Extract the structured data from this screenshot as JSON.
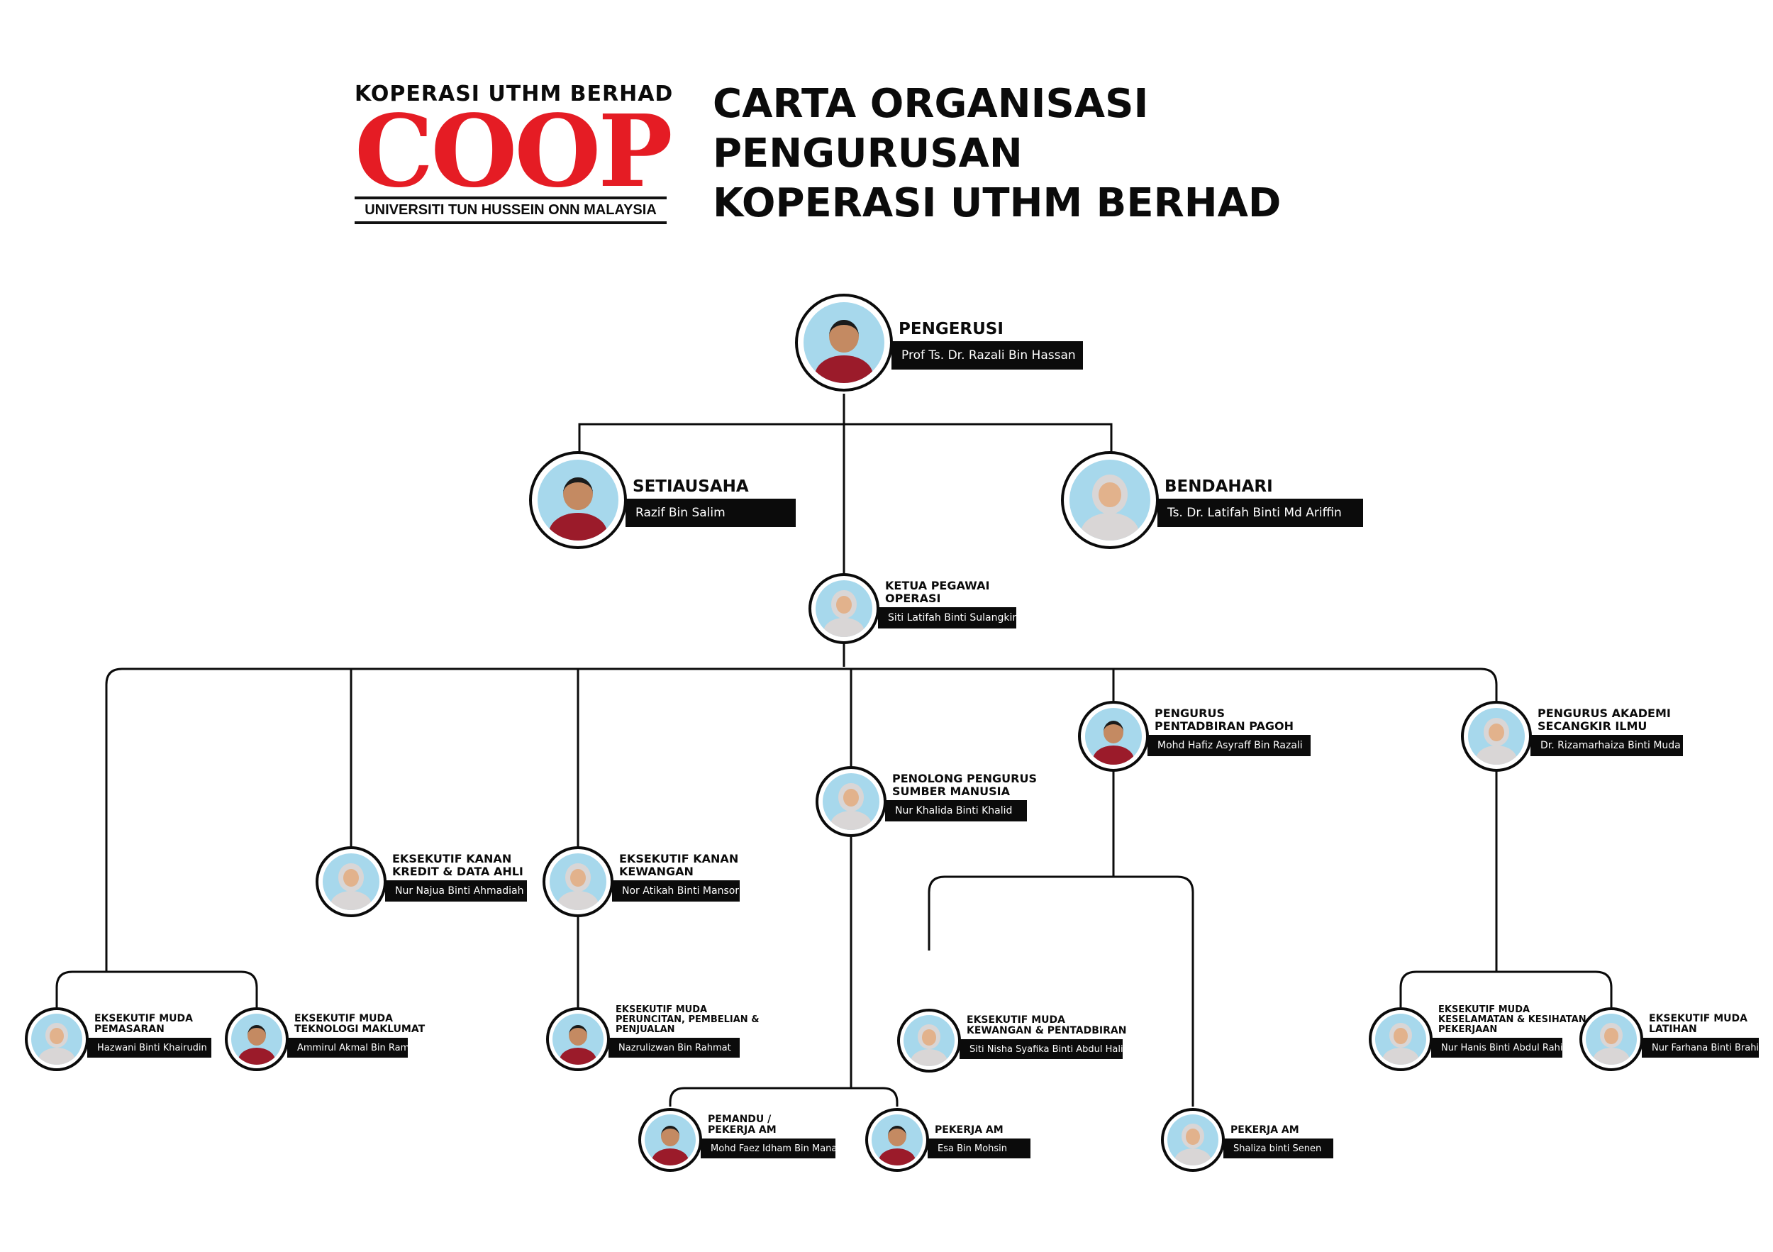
{
  "logo": {
    "top_text": "KOPERASI UTHM BERHAD",
    "mark_text": "COOP",
    "bottom_text": "UNIVERSITI TUN HUSSEIN ONN MALAYSIA",
    "mark_color": "#e51c24"
  },
  "title": {
    "line1": "CARTA ORGANISASI",
    "line2": "PENGURUSAN",
    "line3": "KOPERASI UTHM BERHAD"
  },
  "colors": {
    "ink": "#0b0b0b",
    "photo_bg": "#a7d8ec",
    "uniform_red": "#9b1b2a",
    "hijab_grey": "#d9d6d6"
  },
  "people": [
    {
      "id": "pengerusi",
      "role": [
        "PENGERUSI"
      ],
      "name": "Prof Ts. Dr. Razali Bin Hassan",
      "icon": "person-male-icon"
    },
    {
      "id": "setiausaha",
      "role": [
        "SETIAUSAHA"
      ],
      "name": "Razif Bin Salim",
      "icon": "person-male-icon"
    },
    {
      "id": "bendahari",
      "role": [
        "BENDAHARI"
      ],
      "name": "Ts. Dr. Latifah Binti Md Ariffin",
      "icon": "person-hijab-icon"
    },
    {
      "id": "ketua-pegawai-operasi",
      "role": [
        "KETUA PEGAWAI",
        "OPERASI"
      ],
      "name": "Siti Latifah Binti Sulangkir",
      "icon": "person-hijab-icon"
    },
    {
      "id": "pengurus-pentadbiran-pagoh",
      "role": [
        "PENGURUS",
        "PENTADBIRAN PAGOH"
      ],
      "name": "Mohd Hafiz Asyraff Bin Razali",
      "icon": "person-male-icon"
    },
    {
      "id": "pengurus-akademi",
      "role": [
        "PENGURUS AKADEMI",
        "SECANGKIR ILMU"
      ],
      "name": "Dr. Rizamarhaiza Binti Muda",
      "icon": "person-hijab-icon"
    },
    {
      "id": "penolong-pengurus-sm",
      "role": [
        "PENOLONG PENGURUS",
        "SUMBER MANUSIA"
      ],
      "name": "Nur Khalida Binti Khalid",
      "icon": "person-hijab-icon"
    },
    {
      "id": "eksekutif-kanan-kredit",
      "role": [
        "EKSEKUTIF KANAN",
        "KREDIT & DATA AHLI"
      ],
      "name": "Nur Najua Binti Ahmadiah",
      "icon": "person-hijab-icon"
    },
    {
      "id": "eksekutif-kanan-kewangan",
      "role": [
        "EKSEKUTIF KANAN",
        "KEWANGAN"
      ],
      "name": "Nor Atikah Binti Mansor",
      "icon": "person-hijab-icon"
    },
    {
      "id": "eksekutif-muda-pemasaran",
      "role": [
        "EKSEKUTIF MUDA",
        "PEMASARAN"
      ],
      "name": "Hazwani Binti Khairudin",
      "icon": "person-hijab-icon"
    },
    {
      "id": "eksekutif-muda-tm",
      "role": [
        "EKSEKUTIF MUDA",
        "TEKNOLOGI MAKLUMAT"
      ],
      "name": "Ammirul Akmal Bin Ramlan",
      "icon": "person-male-icon"
    },
    {
      "id": "eksekutif-muda-peruncitan",
      "role": [
        "EKSEKUTIF MUDA",
        "PERUNCITAN, PEMBELIAN &",
        "PENJUALAN"
      ],
      "name": "Nazrulizwan Bin Rahmat",
      "icon": "person-male-icon"
    },
    {
      "id": "eksekutif-muda-kewangan",
      "role": [
        "EKSEKUTIF MUDA",
        "KEWANGAN & PENTADBIRAN"
      ],
      "name": "Siti Nisha Syafika Binti Abdul Halim",
      "icon": "person-hijab-icon"
    },
    {
      "id": "eksekutif-muda-keselamatan",
      "role": [
        "EKSEKUTIF MUDA",
        "KESELAMATAN & KESIHATAN",
        "PEKERJAAN"
      ],
      "name": "Nur Hanis Binti Abdul Rahim",
      "icon": "person-hijab-icon"
    },
    {
      "id": "eksekutif-muda-latihan",
      "role": [
        "EKSEKUTIF MUDA",
        "LATIHAN"
      ],
      "name": "Nur Farhana Binti Brahim",
      "icon": "person-hijab-icon"
    },
    {
      "id": "pemandu",
      "role": [
        "PEMANDU /",
        "PEKERJA AM"
      ],
      "name": "Mohd Faez Idham Bin Manaf",
      "icon": "person-male-icon"
    },
    {
      "id": "pekerja-am-1",
      "role": [
        "PEKERJA AM"
      ],
      "name": "Esa Bin Mohsin",
      "icon": "person-male-icon"
    },
    {
      "id": "pekerja-am-2",
      "role": [
        "PEKERJA AM"
      ],
      "name": "Shaliza binti Senen",
      "icon": "person-hijab-icon"
    }
  ]
}
